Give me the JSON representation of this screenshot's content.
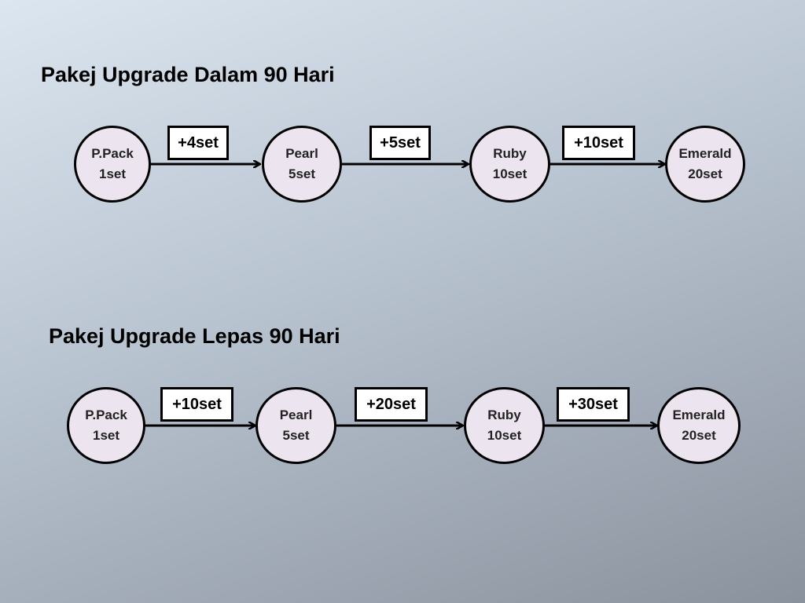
{
  "sections": [
    {
      "title": "Pakej Upgrade Dalam 90 Hari",
      "nodes": [
        {
          "name": "P.Pack",
          "qty": "1set"
        },
        {
          "name": "Pearl",
          "qty": "5set"
        },
        {
          "name": "Ruby",
          "qty": "10set"
        },
        {
          "name": "Emerald",
          "qty": "20set"
        }
      ],
      "steps": [
        "+4set",
        "+5set",
        "+10set"
      ]
    },
    {
      "title": "Pakej Upgrade Lepas 90 Hari",
      "nodes": [
        {
          "name": "P.Pack",
          "qty": "1set"
        },
        {
          "name": "Pearl",
          "qty": "5set"
        },
        {
          "name": "Ruby",
          "qty": "10set"
        },
        {
          "name": "Emerald",
          "qty": "20set"
        }
      ],
      "steps": [
        "+10set",
        "+20set",
        "+30set"
      ]
    }
  ]
}
